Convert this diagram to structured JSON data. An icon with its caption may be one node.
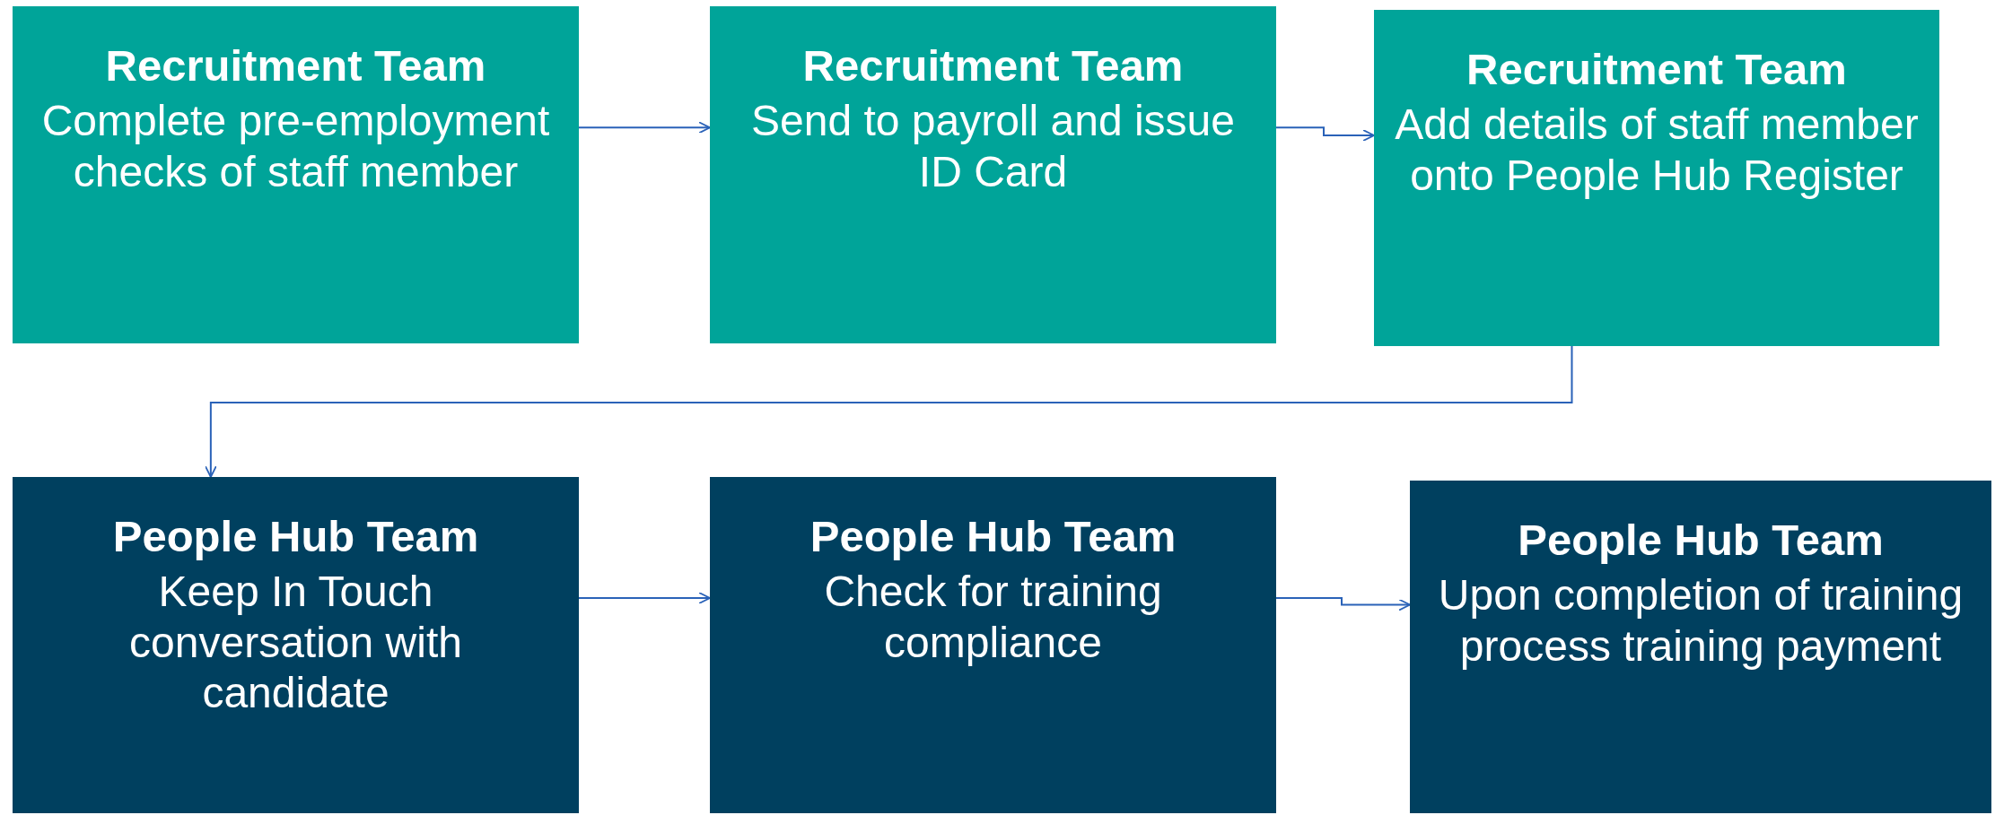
{
  "diagram": {
    "nodes": [
      {
        "text": [
          "Recruitment Team",
          "Complete pre-employment checks of staff member"
        ]
      },
      {
        "text": [
          "Recruitment Team",
          "Send to payroll and issue ID Card"
        ]
      },
      {
        "text": [
          "Recruitment Team",
          "Add details of staff member onto People Hub Register"
        ]
      },
      {
        "text": [
          "People Hub Team",
          "Keep In Touch conversation with candidate"
        ]
      },
      {
        "text": [
          "People Hub Team",
          "Check for training compliance"
        ]
      },
      {
        "text": [
          "People Hub Team",
          "Upon completion of training process training payment"
        ]
      }
    ],
    "edges": [
      {
        "from": 0,
        "to": 1,
        "arrow": "to"
      },
      {
        "from": 1,
        "to": 2,
        "arrow": "to"
      },
      {
        "from": 2,
        "to": 3,
        "arrow": "to"
      },
      {
        "from": 3,
        "to": 4,
        "arrow": "to"
      },
      {
        "from": 4,
        "to": 5,
        "arrow": "to"
      }
    ]
  }
}
